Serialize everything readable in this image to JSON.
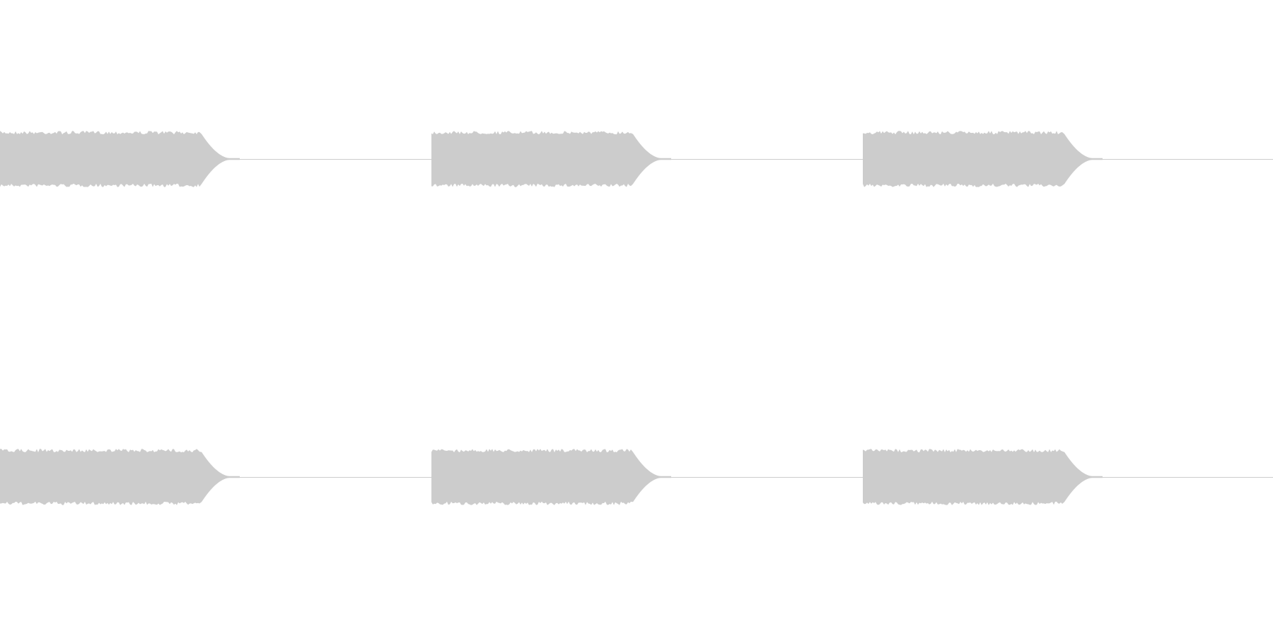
{
  "waveform": {
    "channels": 2,
    "bursts_per_channel": 3,
    "sustain_amplitude": 0.83,
    "color": "#cccccc",
    "background": "#ffffff"
  }
}
